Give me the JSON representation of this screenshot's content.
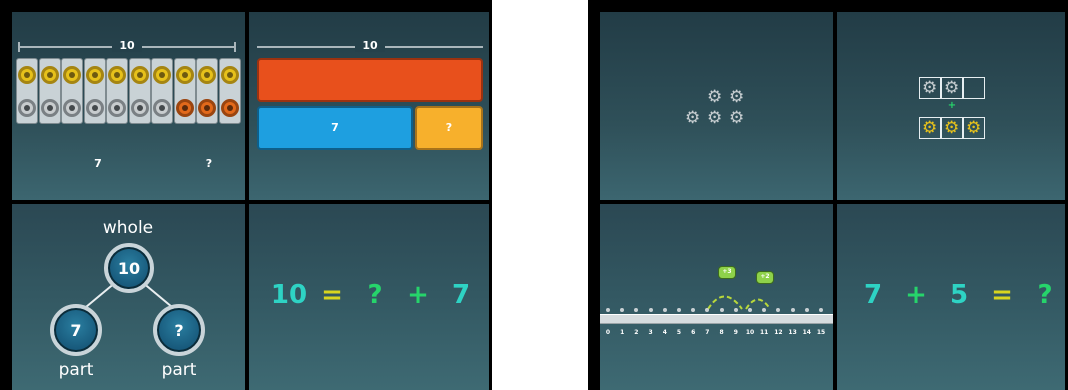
{
  "left_panel": {
    "bead_model": {
      "total_label": "10",
      "part_known_label": "7",
      "part_unknown_label": "?",
      "top_row": [
        "gold",
        "gold",
        "gold",
        "gold",
        "gold",
        "gold",
        "gold",
        "gold",
        "gold",
        "gold"
      ],
      "bottom_row": [
        "silver",
        "silver",
        "silver",
        "silver",
        "silver",
        "silver",
        "silver",
        "orange",
        "orange",
        "orange"
      ]
    },
    "bar_model": {
      "total_label": "10",
      "part_known_label": "7",
      "part_unknown_label": "?",
      "colors": {
        "whole": "#e8501c",
        "known": "#1e9fe0",
        "unknown": "#f7b02c"
      }
    },
    "part_whole": {
      "whole_label": "whole",
      "whole_value": "10",
      "left_part_value": "7",
      "right_part_value": "?",
      "left_part_label": "part",
      "right_part_label": "part"
    },
    "equation": {
      "tokens": [
        "10",
        "=",
        "?",
        "+",
        "7"
      ],
      "colors": [
        "#2ed3c4",
        "#d8d51f",
        "#26d46b",
        "#26d46b",
        "#2ed3c4"
      ]
    }
  },
  "right_panel": {
    "gear_group": {
      "top_count": 2,
      "bottom_count": 3
    },
    "ten_frame": {
      "top_row": [
        "silver",
        "silver",
        "empty"
      ],
      "plus": "+",
      "bottom_row": [
        "gold",
        "gold",
        "gold"
      ]
    },
    "number_line": {
      "numbers": [
        "0",
        "1",
        "2",
        "3",
        "4",
        "5",
        "6",
        "7",
        "8",
        "9",
        "10",
        "11",
        "12",
        "13",
        "14",
        "15"
      ],
      "hops": [
        "+3",
        "+2"
      ]
    },
    "equation": {
      "tokens": [
        "7",
        "+",
        "5",
        "=",
        "?"
      ],
      "colors": [
        "#2ed3c4",
        "#26d46b",
        "#2ed3c4",
        "#d8d51f",
        "#26d46b"
      ]
    }
  }
}
